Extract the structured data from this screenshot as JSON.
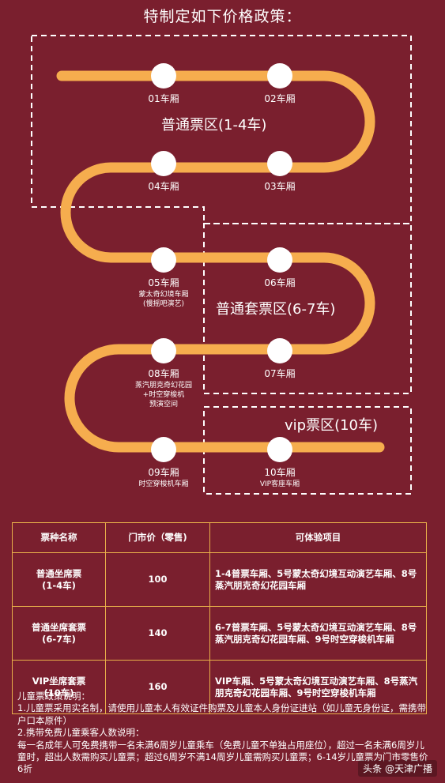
{
  "title": "特制定如下价格政策：",
  "colors": {
    "background": "#7a1f2e",
    "track": "#f6ad4e",
    "station": "#ffffff",
    "table_border": "#e8b04a"
  },
  "cars": [
    {
      "label": "01车厢",
      "sub": ""
    },
    {
      "label": "02车厢",
      "sub": ""
    },
    {
      "label": "03车厢",
      "sub": ""
    },
    {
      "label": "04车厢",
      "sub": ""
    },
    {
      "label": "05车厢",
      "sub": "蒙太奇幻境车厢\n(慢摇吧演艺)"
    },
    {
      "label": "06车厢",
      "sub": ""
    },
    {
      "label": "07车厢",
      "sub": ""
    },
    {
      "label": "08车厢",
      "sub": "蒸汽朋克奇幻花园\n+时空穿梭机\n预演空间"
    },
    {
      "label": "09车厢",
      "sub": "时空穿梭机车厢"
    },
    {
      "label": "10车厢",
      "sub": "VIP客座车厢"
    }
  ],
  "zones": [
    {
      "label": "普通票区(1-4车)"
    },
    {
      "label": "普通套票区(6-7车)"
    },
    {
      "label": "vip票区(10车)"
    }
  ],
  "table": {
    "headers": [
      "票种名称",
      "门市价（零售)",
      "可体验项目"
    ],
    "rows": [
      {
        "name": "普通坐席票\n(1-4车)",
        "price": "100",
        "items": "1-4普票车厢、5号蒙太奇幻境互动演艺车厢、8号蒸汽朋克奇幻花园车厢"
      },
      {
        "name": "普通坐席套票\n(6-7车)",
        "price": "140",
        "items": "6-7普票车厢、5号蒙太奇幻境互动演艺车厢、8号蒸汽朋克奇幻花园车厢、9号时空穿梭机车厢"
      },
      {
        "name": "VIP坐席套票\n(10车)",
        "price": "160",
        "items": "VIP车厢、5号蒙太奇幻境互动演艺车厢、8号蒸汽朋克奇幻花园车厢、9号时空穿梭机车厢"
      }
    ]
  },
  "policy": [
    "儿童票政策说明：",
    "1.儿童票采用实名制，请使用儿童本人有效证件购票及儿童本人身份证进站（如儿童无身份证，需携带户口本原件）",
    "2.携带免费儿童乘客人数说明：",
    "每一名成年人可免费携带一名未满6周岁儿童乘车（免费儿童不单独占用座位），超过一名未满6周岁儿童时，超出人数需购买儿童票；超过6周岁不满14周岁儿童需购买儿童票；6-14岁儿童票为门市零售价6折"
  ],
  "footer": "头条 @天津广播"
}
